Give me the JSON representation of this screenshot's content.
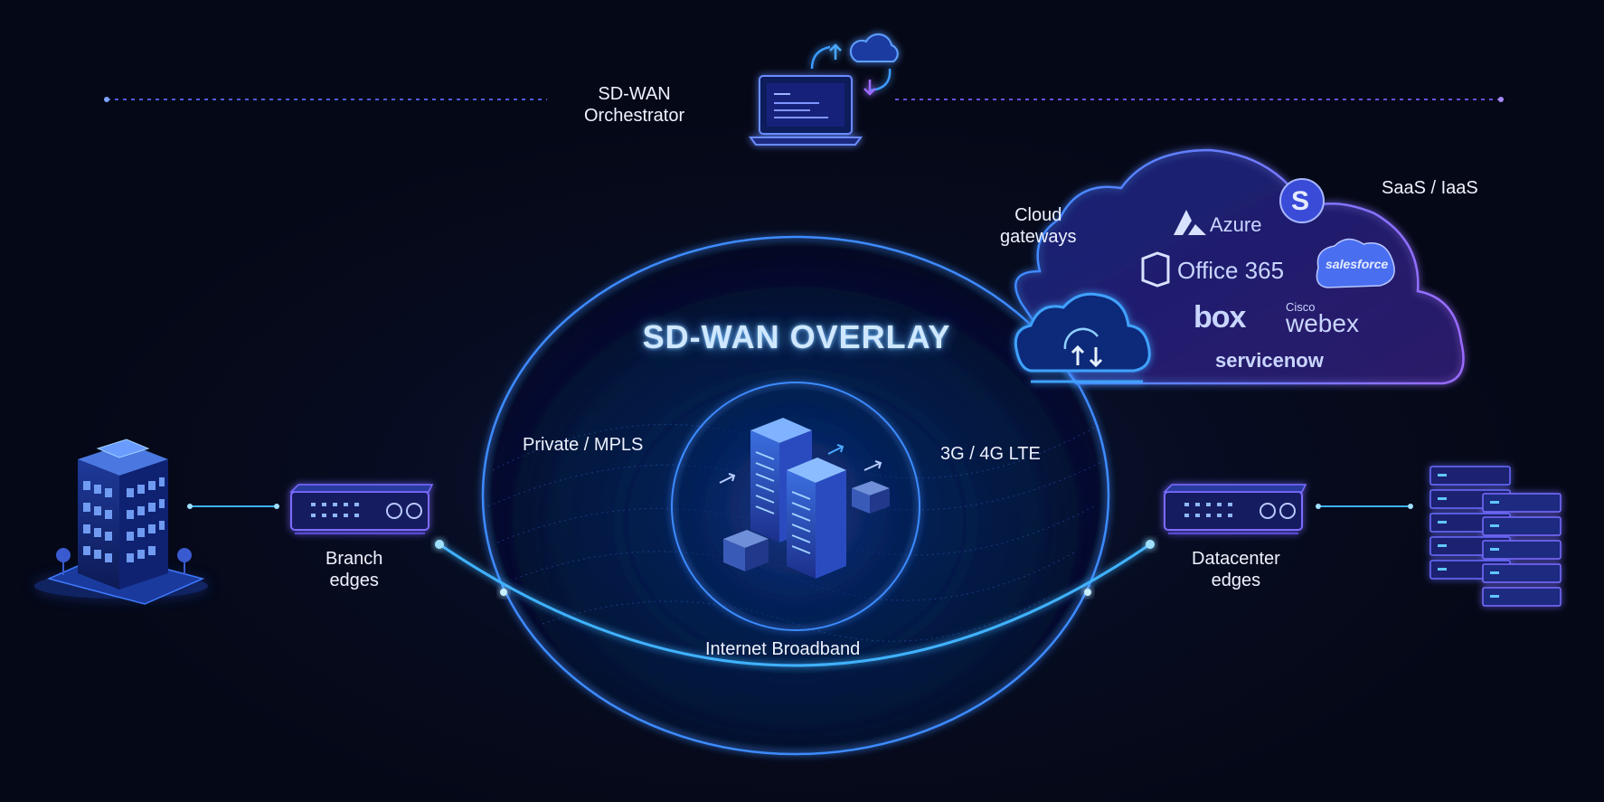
{
  "diagram": {
    "title": "SD-WAN OVERLAY",
    "orchestrator": {
      "line1": "SD-WAN",
      "line2": "Orchestrator"
    },
    "cloud_gateways": {
      "line1": "Cloud",
      "line2": "gateways"
    },
    "saas_label": "SaaS / IaaS",
    "branch_edges": {
      "line1": "Branch",
      "line2": "edges"
    },
    "datacenter_edges": {
      "line1": "Datacenter",
      "line2": "edges"
    },
    "transport": {
      "mpls": "Private / MPLS",
      "lte": "3G / 4G LTE",
      "broadband": "Internet Broadband"
    },
    "saas_brands": {
      "azure": "Azure",
      "skype_letter": "S",
      "office": "Office 365",
      "salesforce": "salesforce",
      "box": "box",
      "webex_small": "Cisco",
      "webex": "webex",
      "servicenow": "servicenow"
    },
    "colors": {
      "background": "#050816",
      "glow_blue": "#3d8bff",
      "accent_purple": "#7b5cff",
      "text": "#eef2ff"
    }
  }
}
